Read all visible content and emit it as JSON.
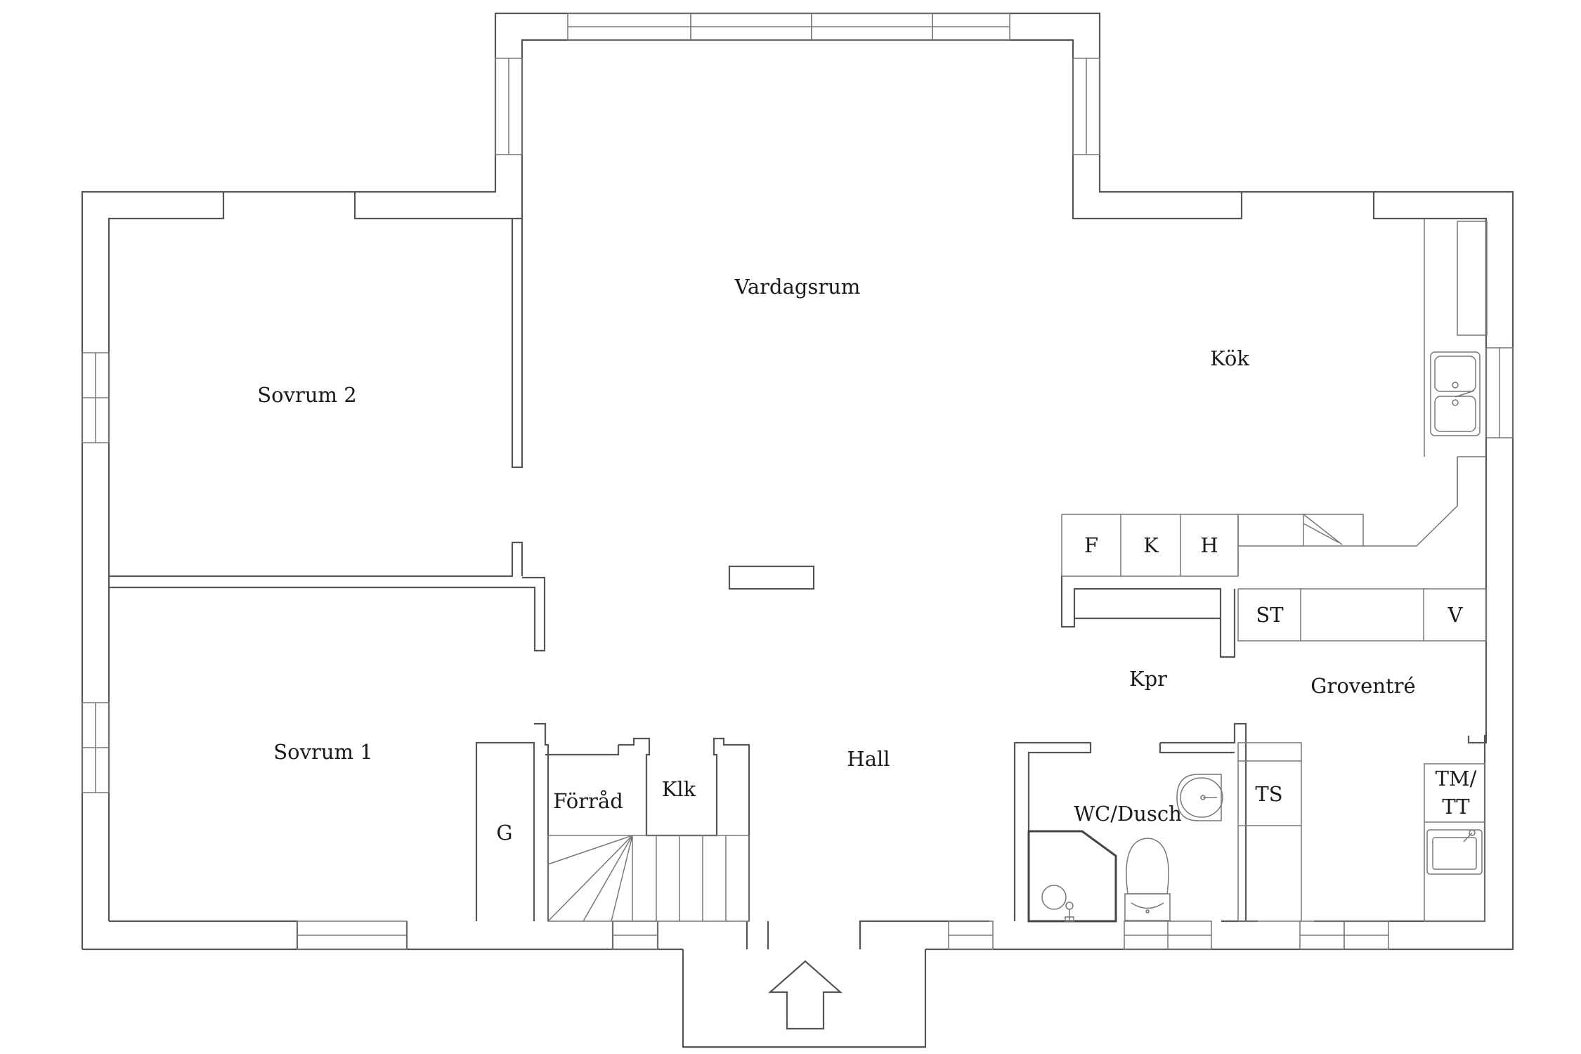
{
  "rooms": {
    "vardagsrum": "Vardagsrum",
    "kok": "Kök",
    "sovrum2": "Sovrum 2",
    "sovrum1": "Sovrum 1",
    "hall": "Hall",
    "forrad": "Förråd",
    "klk": "Klk",
    "g": "G",
    "wc_dusch": "WC/Dusch",
    "kpr": "Kpr",
    "groventre": "Groventré",
    "ts": "TS",
    "tm": "TM/",
    "tt": "TT"
  },
  "fixtures": {
    "f": "F",
    "k": "K",
    "h": "H",
    "st": "ST",
    "v": "V"
  },
  "icons": {
    "entrance": "arrow-up-icon",
    "kitchen_sink": "double-sink-icon",
    "washbasin": "washbasin-icon",
    "toilet": "toilet-icon",
    "laundry_sink": "utility-sink-icon"
  }
}
